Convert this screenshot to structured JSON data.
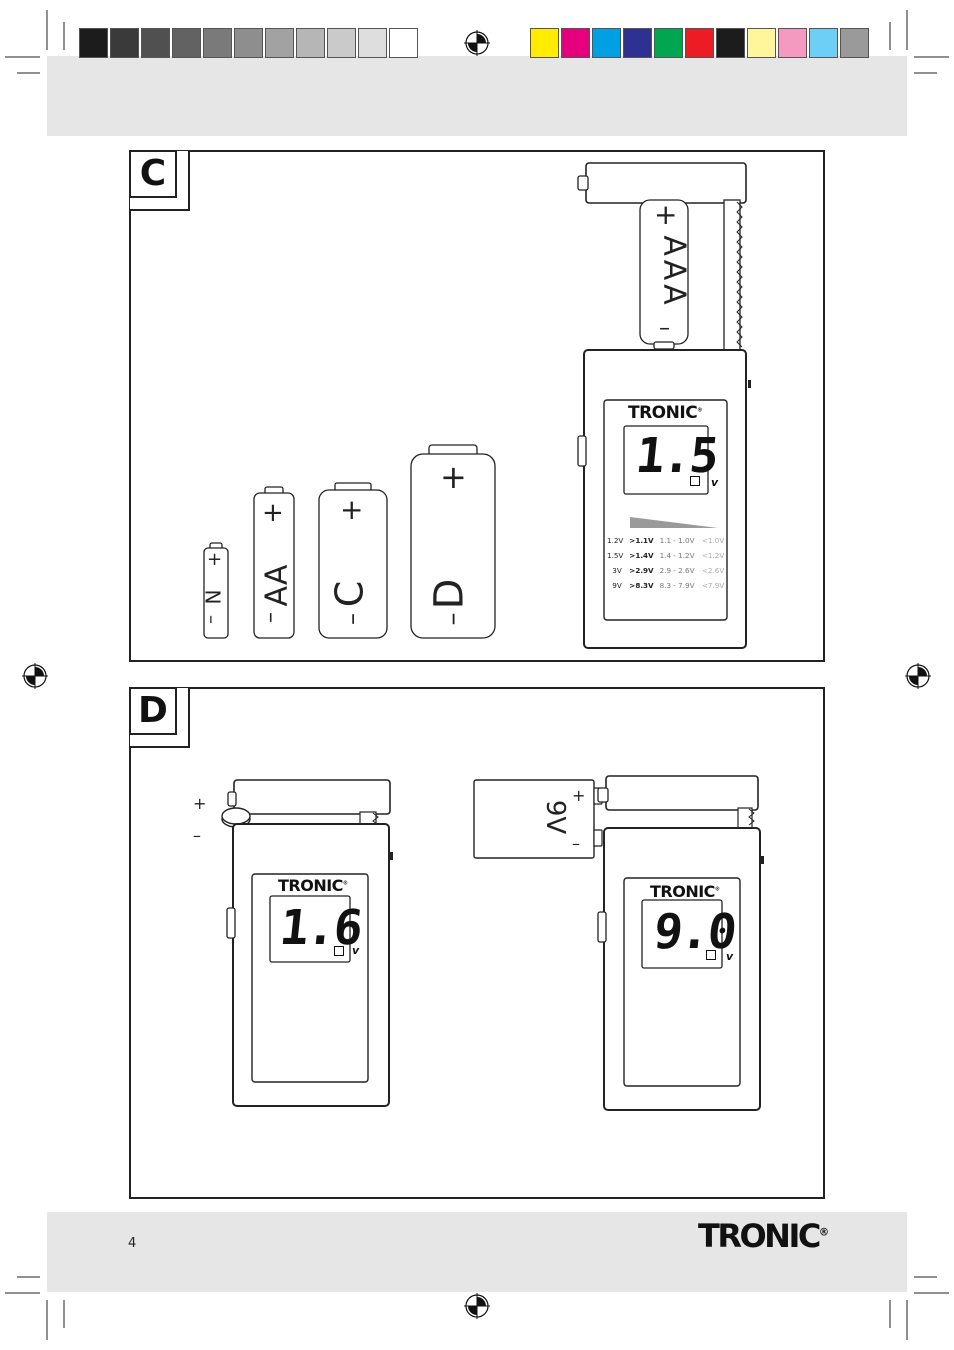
{
  "colors": {
    "grays": [
      "#1c1c1c",
      "#3a3a3a",
      "#505050",
      "#626262",
      "#7a7a7a",
      "#8e8e8e",
      "#a2a2a2",
      "#b6b6b6",
      "#cacaca",
      "#dedede",
      "#ffffff"
    ],
    "process": [
      "#ffec00",
      "#e6007e",
      "#00a0e3",
      "#2e3192",
      "#00a650",
      "#ed1c24",
      "#1c1c1c",
      "#fff59a",
      "#f49ac1",
      "#6dcff6",
      "#9a9a9a"
    ],
    "band": "#e6e6e6",
    "ink": "#222222"
  },
  "figure_c": {
    "label": "C",
    "batteries": [
      {
        "name": "N",
        "plus": "+",
        "minus": "–"
      },
      {
        "name": "AA",
        "plus": "+",
        "minus": "–"
      },
      {
        "name": "C",
        "plus": "+",
        "minus": "–"
      },
      {
        "name": "D",
        "plus": "+",
        "minus": "–"
      }
    ],
    "inserted_battery": {
      "name": "AAA",
      "plus": "+",
      "minus": "–"
    },
    "tester": {
      "brand": "TRONIC",
      "reading": "1.5",
      "unit": "v",
      "table": [
        {
          "type": "1.2V",
          "good": ">1.1V",
          "weak": "1.1 - 1.0V",
          "bad": "<1.0V"
        },
        {
          "type": "1.5V",
          "good": ">1.4V",
          "weak": "1.4 - 1.2V",
          "bad": "<1.2V"
        },
        {
          "type": "3V",
          "good": ">2.9V",
          "weak": "2.9 - 2.6V",
          "bad": "<2.6V"
        },
        {
          "type": "9V",
          "good": ">8.3V",
          "weak": "8.3 - 7.9V",
          "bad": "<7.9V"
        }
      ]
    }
  },
  "figure_d": {
    "label": "D",
    "left": {
      "plus": "+",
      "minus": "–",
      "brand": "TRONIC",
      "reading": "1.6",
      "unit": "v"
    },
    "right": {
      "battery_name": "9V",
      "plus": "+",
      "minus": "–",
      "brand": "TRONIC",
      "reading": "9.0",
      "unit": "v"
    }
  },
  "footer": {
    "page_number": "4",
    "brand": "TRONIC"
  }
}
